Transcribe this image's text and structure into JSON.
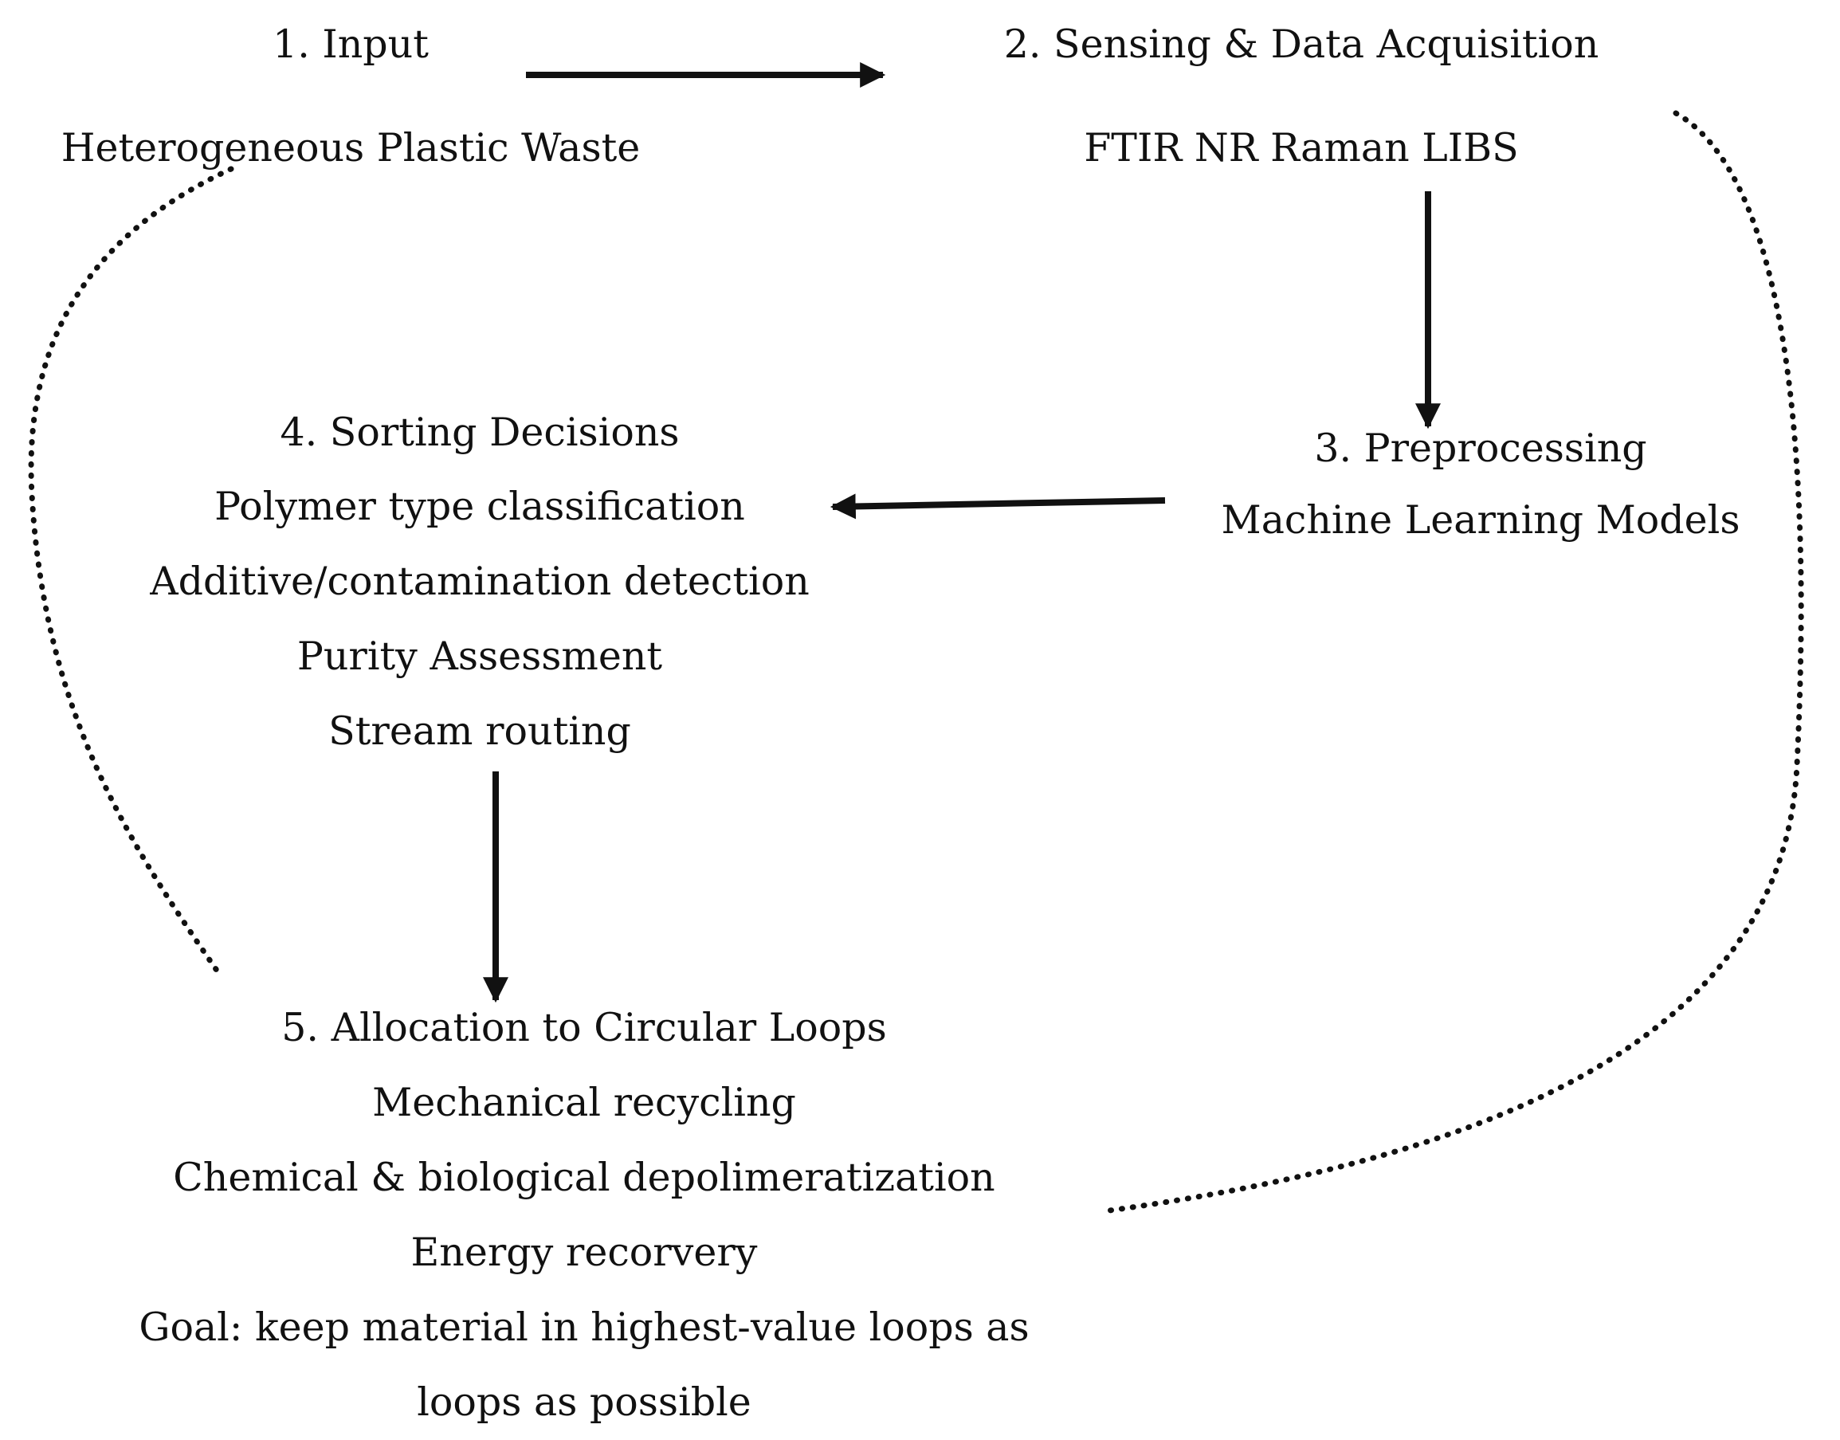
{
  "nodes": [
    {
      "id": "input",
      "heading": "1. Input",
      "lines": [
        "Heterogeneous Plastic Waste"
      ]
    },
    {
      "id": "sensing",
      "heading": "2. Sensing & Data Acquisition",
      "lines": [
        "FTIR NR Raman LIBS"
      ]
    },
    {
      "id": "preprocessing",
      "heading": "3.  Preprocessing",
      "lines": [
        "Machine Learning Models"
      ]
    },
    {
      "id": "sorting",
      "heading": "4. Sorting Decisions",
      "lines": [
        "Polymer type classification",
        "Additive/contamination detection",
        "Purity Assessment",
        "Stream routing"
      ]
    },
    {
      "id": "allocation",
      "heading": "5. Allocation to Circular Loops",
      "lines": [
        "Mechanical recycling",
        "Chemical & biological depolimeratization",
        "Energy recorvery",
        "Goal: keep material in highest-value loops as",
        "loops as possible"
      ]
    }
  ],
  "edges": [
    {
      "from": "input",
      "to": "sensing",
      "style": "solid-arrow"
    },
    {
      "from": "sensing",
      "to": "preprocessing",
      "style": "solid-arrow"
    },
    {
      "from": "preprocessing",
      "to": "sorting",
      "style": "solid-arrow"
    },
    {
      "from": "sorting",
      "to": "allocation",
      "style": "solid-arrow"
    },
    {
      "from": "sensing",
      "to": "allocation",
      "style": "dotted-curve"
    },
    {
      "from": "input",
      "to": "allocation",
      "style": "dotted-curve"
    }
  ],
  "colors": {
    "ink": "#111111",
    "background": "#ffffff"
  }
}
